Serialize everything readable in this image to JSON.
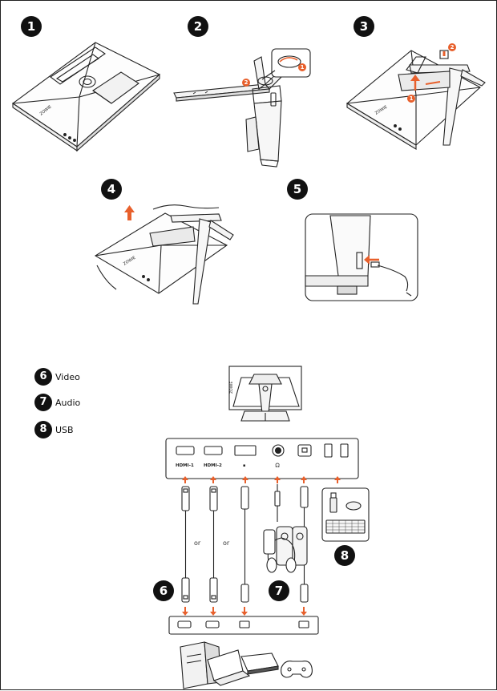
{
  "steps": {
    "s1": "1",
    "s2": "2",
    "s3": "3",
    "s4": "4",
    "s5": "5"
  },
  "callouts": {
    "step2_a": "1",
    "step2_b": "2",
    "step3_a": "1",
    "step3_b": "2"
  },
  "legend": [
    {
      "num": "6",
      "label": "Video"
    },
    {
      "num": "7",
      "label": "Audio"
    },
    {
      "num": "8",
      "label": "USB"
    }
  ],
  "ports": {
    "hdmi1": "HDMI-1",
    "hdmi2": "HDMI-2"
  },
  "or_label": "or",
  "group_badges": {
    "video": "6",
    "audio": "7",
    "usb": "8"
  },
  "colors": {
    "accent": "#e8602c",
    "ink": "#111111",
    "line": "#333333"
  }
}
